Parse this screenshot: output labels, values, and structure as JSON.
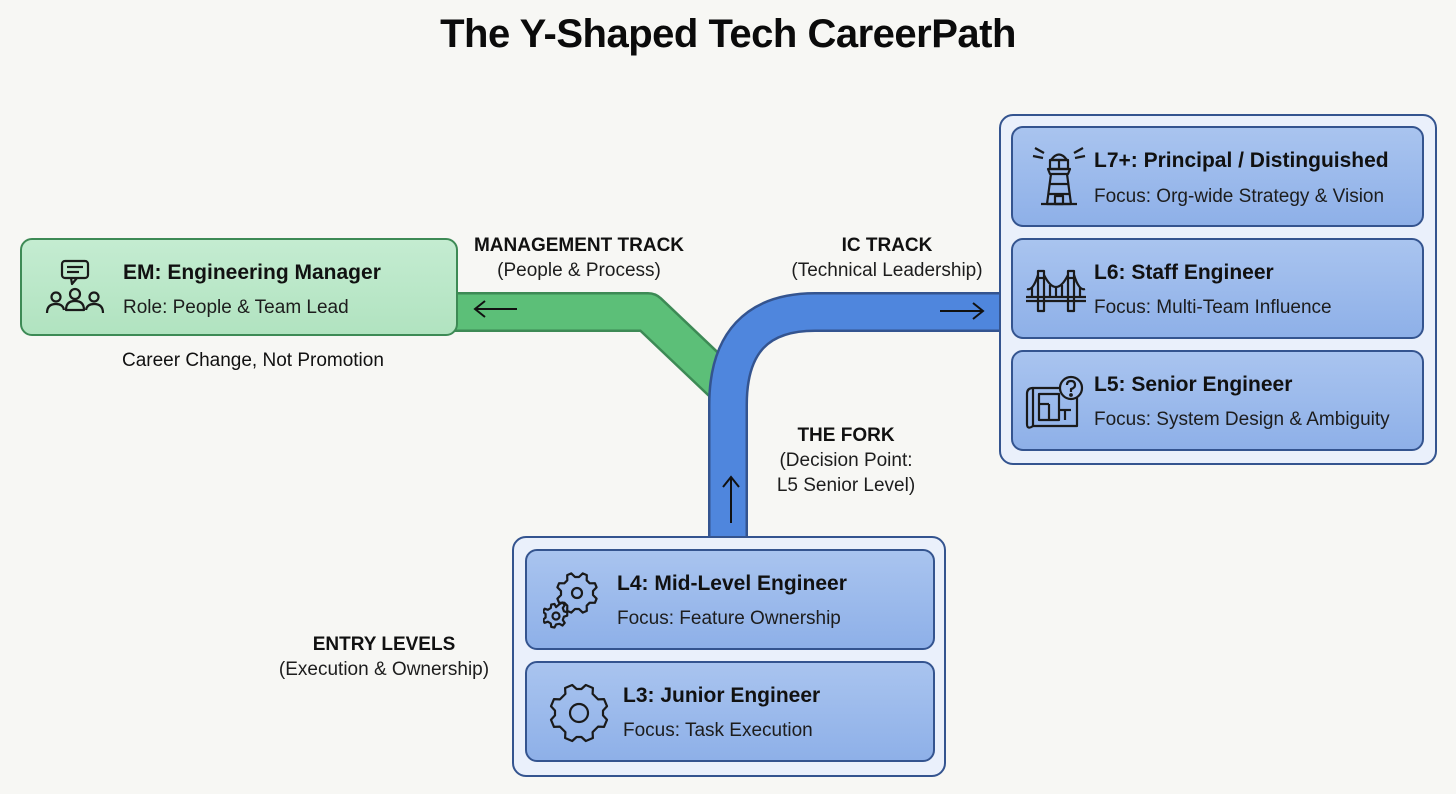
{
  "title": "The Y-Shaped Tech CareerPath",
  "colors": {
    "management": "#5cbf78",
    "ic": "#4f86dd",
    "outline": "#34548f"
  },
  "management_track": {
    "heading": "MANAGEMENT TRACK",
    "sub": "(People & Process)",
    "card": {
      "icon": "team-chat-icon",
      "title": "EM: Engineering Manager",
      "subtitle": "Role: People & Team Lead"
    },
    "note": "Career Change, Not Promotion"
  },
  "ic_track": {
    "heading": "IC TRACK",
    "sub": "(Technical Leadership)",
    "levels": [
      {
        "icon": "lighthouse-icon",
        "title": "L7+: Principal / Distinguished",
        "subtitle": "Focus: Org-wide Strategy & Vision"
      },
      {
        "icon": "bridge-icon",
        "title": "L6: Staff Engineer",
        "subtitle": "Focus: Multi-Team Influence"
      },
      {
        "icon": "blueprint-question-icon",
        "title": "L5: Senior Engineer",
        "subtitle": "Focus: System Design & Ambiguity"
      }
    ]
  },
  "fork": {
    "heading": "THE FORK",
    "line1": "(Decision Point:",
    "line2": "L5 Senior Level)"
  },
  "entry": {
    "heading": "ENTRY LEVELS",
    "sub": "(Execution & Ownership)",
    "levels": [
      {
        "icon": "gears-icon",
        "title": "L4: Mid-Level Engineer",
        "subtitle": "Focus: Feature Ownership"
      },
      {
        "icon": "gear-icon",
        "title": "L3: Junior Engineer",
        "subtitle": "Focus: Task Execution"
      }
    ]
  }
}
